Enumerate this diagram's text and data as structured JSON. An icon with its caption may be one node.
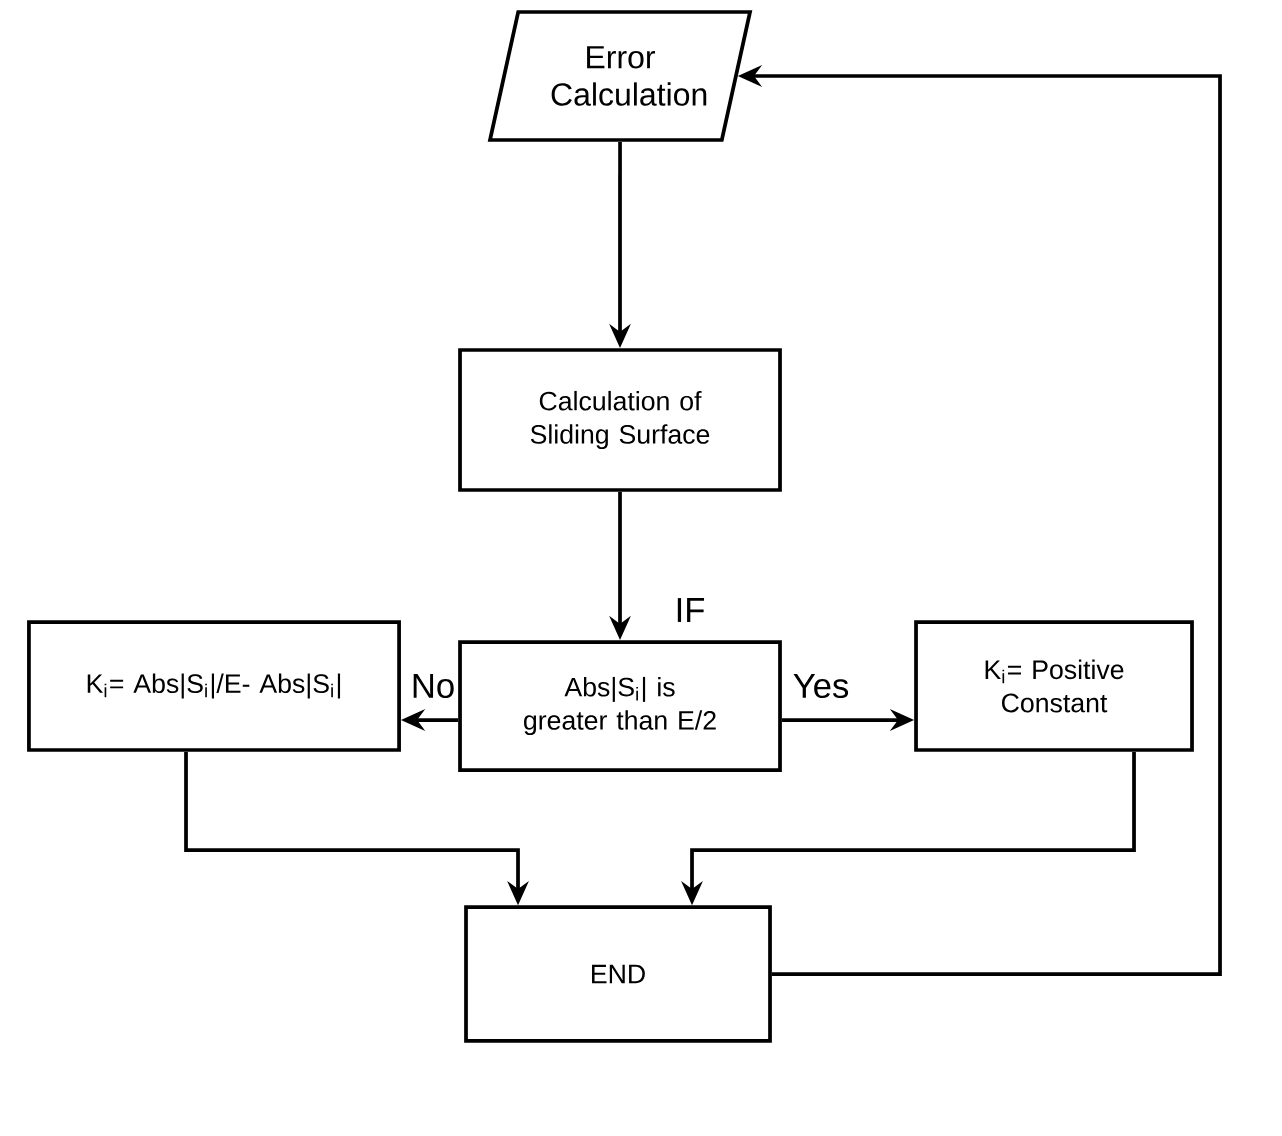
{
  "diagram": {
    "nodes": [
      {
        "text": [
          "Error Calculation"
        ]
      },
      {
        "text": [
          "Calculation of Sliding Surface"
        ]
      },
      {
        "text": [
          "Abs|S$_{i}$| is greater than E/2"
        ]
      },
      {
        "text": [
          "K$_{i}$= Abs|S$_{i}$|/E- Abs|S$_{i}$|"
        ]
      },
      {
        "text": [
          "K$_{i}$= Positive Constant"
        ]
      },
      {
        "text": [
          "END"
        ]
      }
    ],
    "edges": [
      {
        "from": 0,
        "to": 1,
        "arrow": "to"
      },
      {
        "from": 1,
        "to": 2,
        "arrow": "to",
        "label": "IF"
      },
      {
        "from": 2,
        "to": 3,
        "arrow": "to",
        "label": "No"
      },
      {
        "from": 2,
        "to": 4,
        "arrow": "to",
        "label": "Yes"
      },
      {
        "from": 3,
        "to": 5,
        "arrow": "to"
      },
      {
        "from": 4,
        "to": 5,
        "arrow": "to"
      },
      {
        "from": 5,
        "to": 0,
        "arrow": "to"
      }
    ]
  }
}
